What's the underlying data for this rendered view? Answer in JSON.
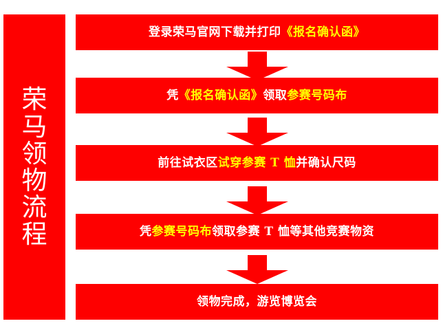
{
  "title": "荣马领物流程",
  "sidebar": {
    "name": "荣马领物流程",
    "chars": [
      "荣",
      "马",
      "领",
      "物",
      "流",
      "程"
    ],
    "background_color": "#fe0000",
    "text_color": "#ffffff"
  },
  "colors": {
    "box_red": "#fe0000",
    "text_white": "#ffffff",
    "highlight_yellow": "#ffff00",
    "page_background": "#ffffff"
  },
  "flow": {
    "arrow_label": "down-arrow",
    "steps": [
      {
        "index": 1,
        "full_text": "登录荣马官网下载并打印《报名确认函》",
        "segments": [
          {
            "text": "登录荣马官网下载并打印",
            "color": "#ffffff"
          },
          {
            "text": "《报名确认函》",
            "color": "#ffff00"
          }
        ]
      },
      {
        "index": 2,
        "full_text": "凭《报名确认函》领取参赛号码布",
        "segments": [
          {
            "text": "凭",
            "color": "#ffffff"
          },
          {
            "text": "《报名确认函》",
            "color": "#ffff00"
          },
          {
            "text": "领取",
            "color": "#ffffff"
          },
          {
            "text": "参赛号码布",
            "color": "#ffff00"
          }
        ]
      },
      {
        "index": 3,
        "full_text": "前往试衣区试穿参赛 T 恤并确认尺码",
        "segments": [
          {
            "text": "前往试衣区",
            "color": "#ffffff"
          },
          {
            "text": "试穿参赛 T 恤",
            "color": "#ffff00"
          },
          {
            "text": "并确认尺码",
            "color": "#ffffff"
          }
        ]
      },
      {
        "index": 4,
        "full_text": "凭参赛号码布领取参赛 T 恤等其他竞赛物资",
        "segments": [
          {
            "text": "凭",
            "color": "#ffffff"
          },
          {
            "text": "参赛号码布",
            "color": "#ffff00"
          },
          {
            "text": "领取参赛 T 恤等其他竞赛物资",
            "color": "#ffffff"
          }
        ]
      },
      {
        "index": 5,
        "full_text": "领物完成，游览博览会",
        "segments": [
          {
            "text": "领物完成，游览博览会",
            "color": "#ffffff"
          }
        ]
      }
    ]
  }
}
